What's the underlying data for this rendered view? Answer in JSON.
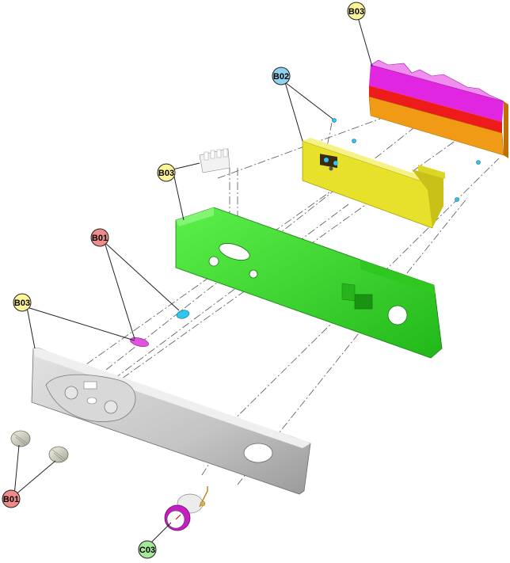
{
  "callouts": {
    "b03_top": "B03",
    "b02": "B02",
    "b03_mid": "B03",
    "b01_mid": "B01",
    "b03_left": "B03",
    "b01_bottom": "B01",
    "c03": "C03"
  },
  "colors": {
    "callout_yellow": "#fdf59a",
    "callout_blue": "#8fd3ee",
    "callout_red": "#f08b8b",
    "callout_green": "#a6e79a",
    "panel_green": "#36e02a",
    "board_yellow": "#e7e12c",
    "cover_magenta": "#e026e0",
    "cover_red": "#ee1b1b",
    "cover_orange": "#f09a16",
    "front_grey": "#c9c9c9",
    "knob_grey": "#dcdccc",
    "gauge_magenta": "#c51ec5",
    "clip_cyan": "#2ec6f0",
    "button_magenta": "#e052e0"
  }
}
